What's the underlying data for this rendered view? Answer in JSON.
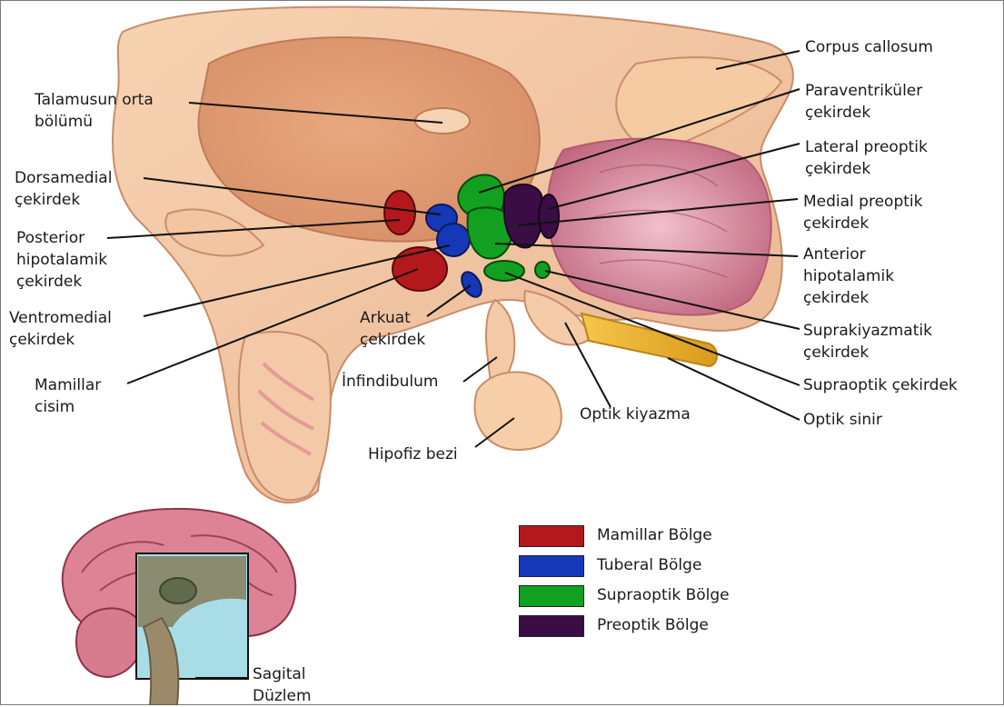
{
  "labels": {
    "corpus_callosum": "Corpus callosum",
    "talamus": "Talamusun orta\nbölümü",
    "paraventrikuler": "Paraventriküler\nçekirdek",
    "lateral_preoptik": "Lateral preoptik\nçekirdek",
    "dorsamedial": "Dorsamedial\nçekirdek",
    "medial_preoptik": "Medial preoptik\nçekirdek",
    "posterior": "Posterior\nhipotalamik\nçekirdek",
    "anterior": "Anterior\nhipotalamik\nçekirdek",
    "ventromedial": "Ventromedial\nçekirdek",
    "arkuat": "Arkuat\nçekirdek",
    "suprakiyazmatik": "Suprakiyazmatik\nçekirdek",
    "mamillar": "Mamillar\ncisim",
    "infundibulum": "İnfindibulum",
    "supraoptik": "Supraoptik çekirdek",
    "optik_kiyazma": "Optik kiyazma",
    "optik_sinir": "Optik sinir",
    "hipofiz": "Hipofiz bezi",
    "sagital": "Sagital\nDüzlem"
  },
  "legend": [
    {
      "label": "Mamillar Bölge",
      "color": "#b3191c"
    },
    {
      "label": "Tuberal Bölge",
      "color": "#1638b8"
    },
    {
      "label": "Supraoptik Bölge",
      "color": "#12a020"
    },
    {
      "label": "Preoptik Bölge",
      "color": "#3a0d45"
    }
  ]
}
